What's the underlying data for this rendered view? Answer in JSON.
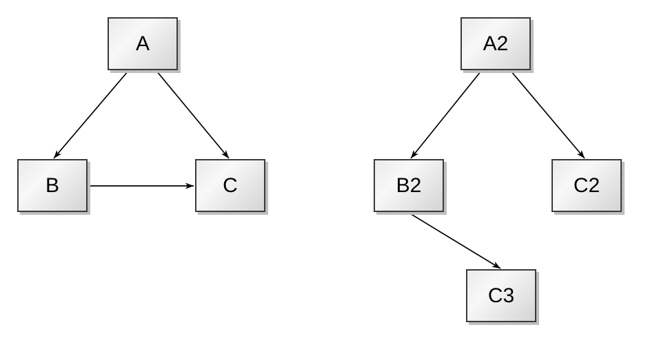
{
  "diagram": {
    "background_color": "#ffffff",
    "node_border_color": "#3a3a3a",
    "node_fill_top": "#f8f8f8",
    "node_fill_bottom": "#d4d4d4",
    "node_shadow_color": "#bfbfbf",
    "edge_color": "#000000",
    "graphs": [
      {
        "name": "left-graph",
        "nodes": [
          {
            "id": "A",
            "label": "A"
          },
          {
            "id": "B",
            "label": "B"
          },
          {
            "id": "C",
            "label": "C"
          }
        ],
        "edges": [
          {
            "from": "A",
            "to": "B"
          },
          {
            "from": "A",
            "to": "C"
          },
          {
            "from": "B",
            "to": "C"
          }
        ]
      },
      {
        "name": "right-graph",
        "nodes": [
          {
            "id": "A2",
            "label": "A2"
          },
          {
            "id": "B2",
            "label": "B2"
          },
          {
            "id": "C2",
            "label": "C2"
          },
          {
            "id": "C3",
            "label": "C3"
          }
        ],
        "edges": [
          {
            "from": "A2",
            "to": "B2"
          },
          {
            "from": "A2",
            "to": "C2"
          },
          {
            "from": "B2",
            "to": "C3"
          }
        ]
      }
    ]
  }
}
